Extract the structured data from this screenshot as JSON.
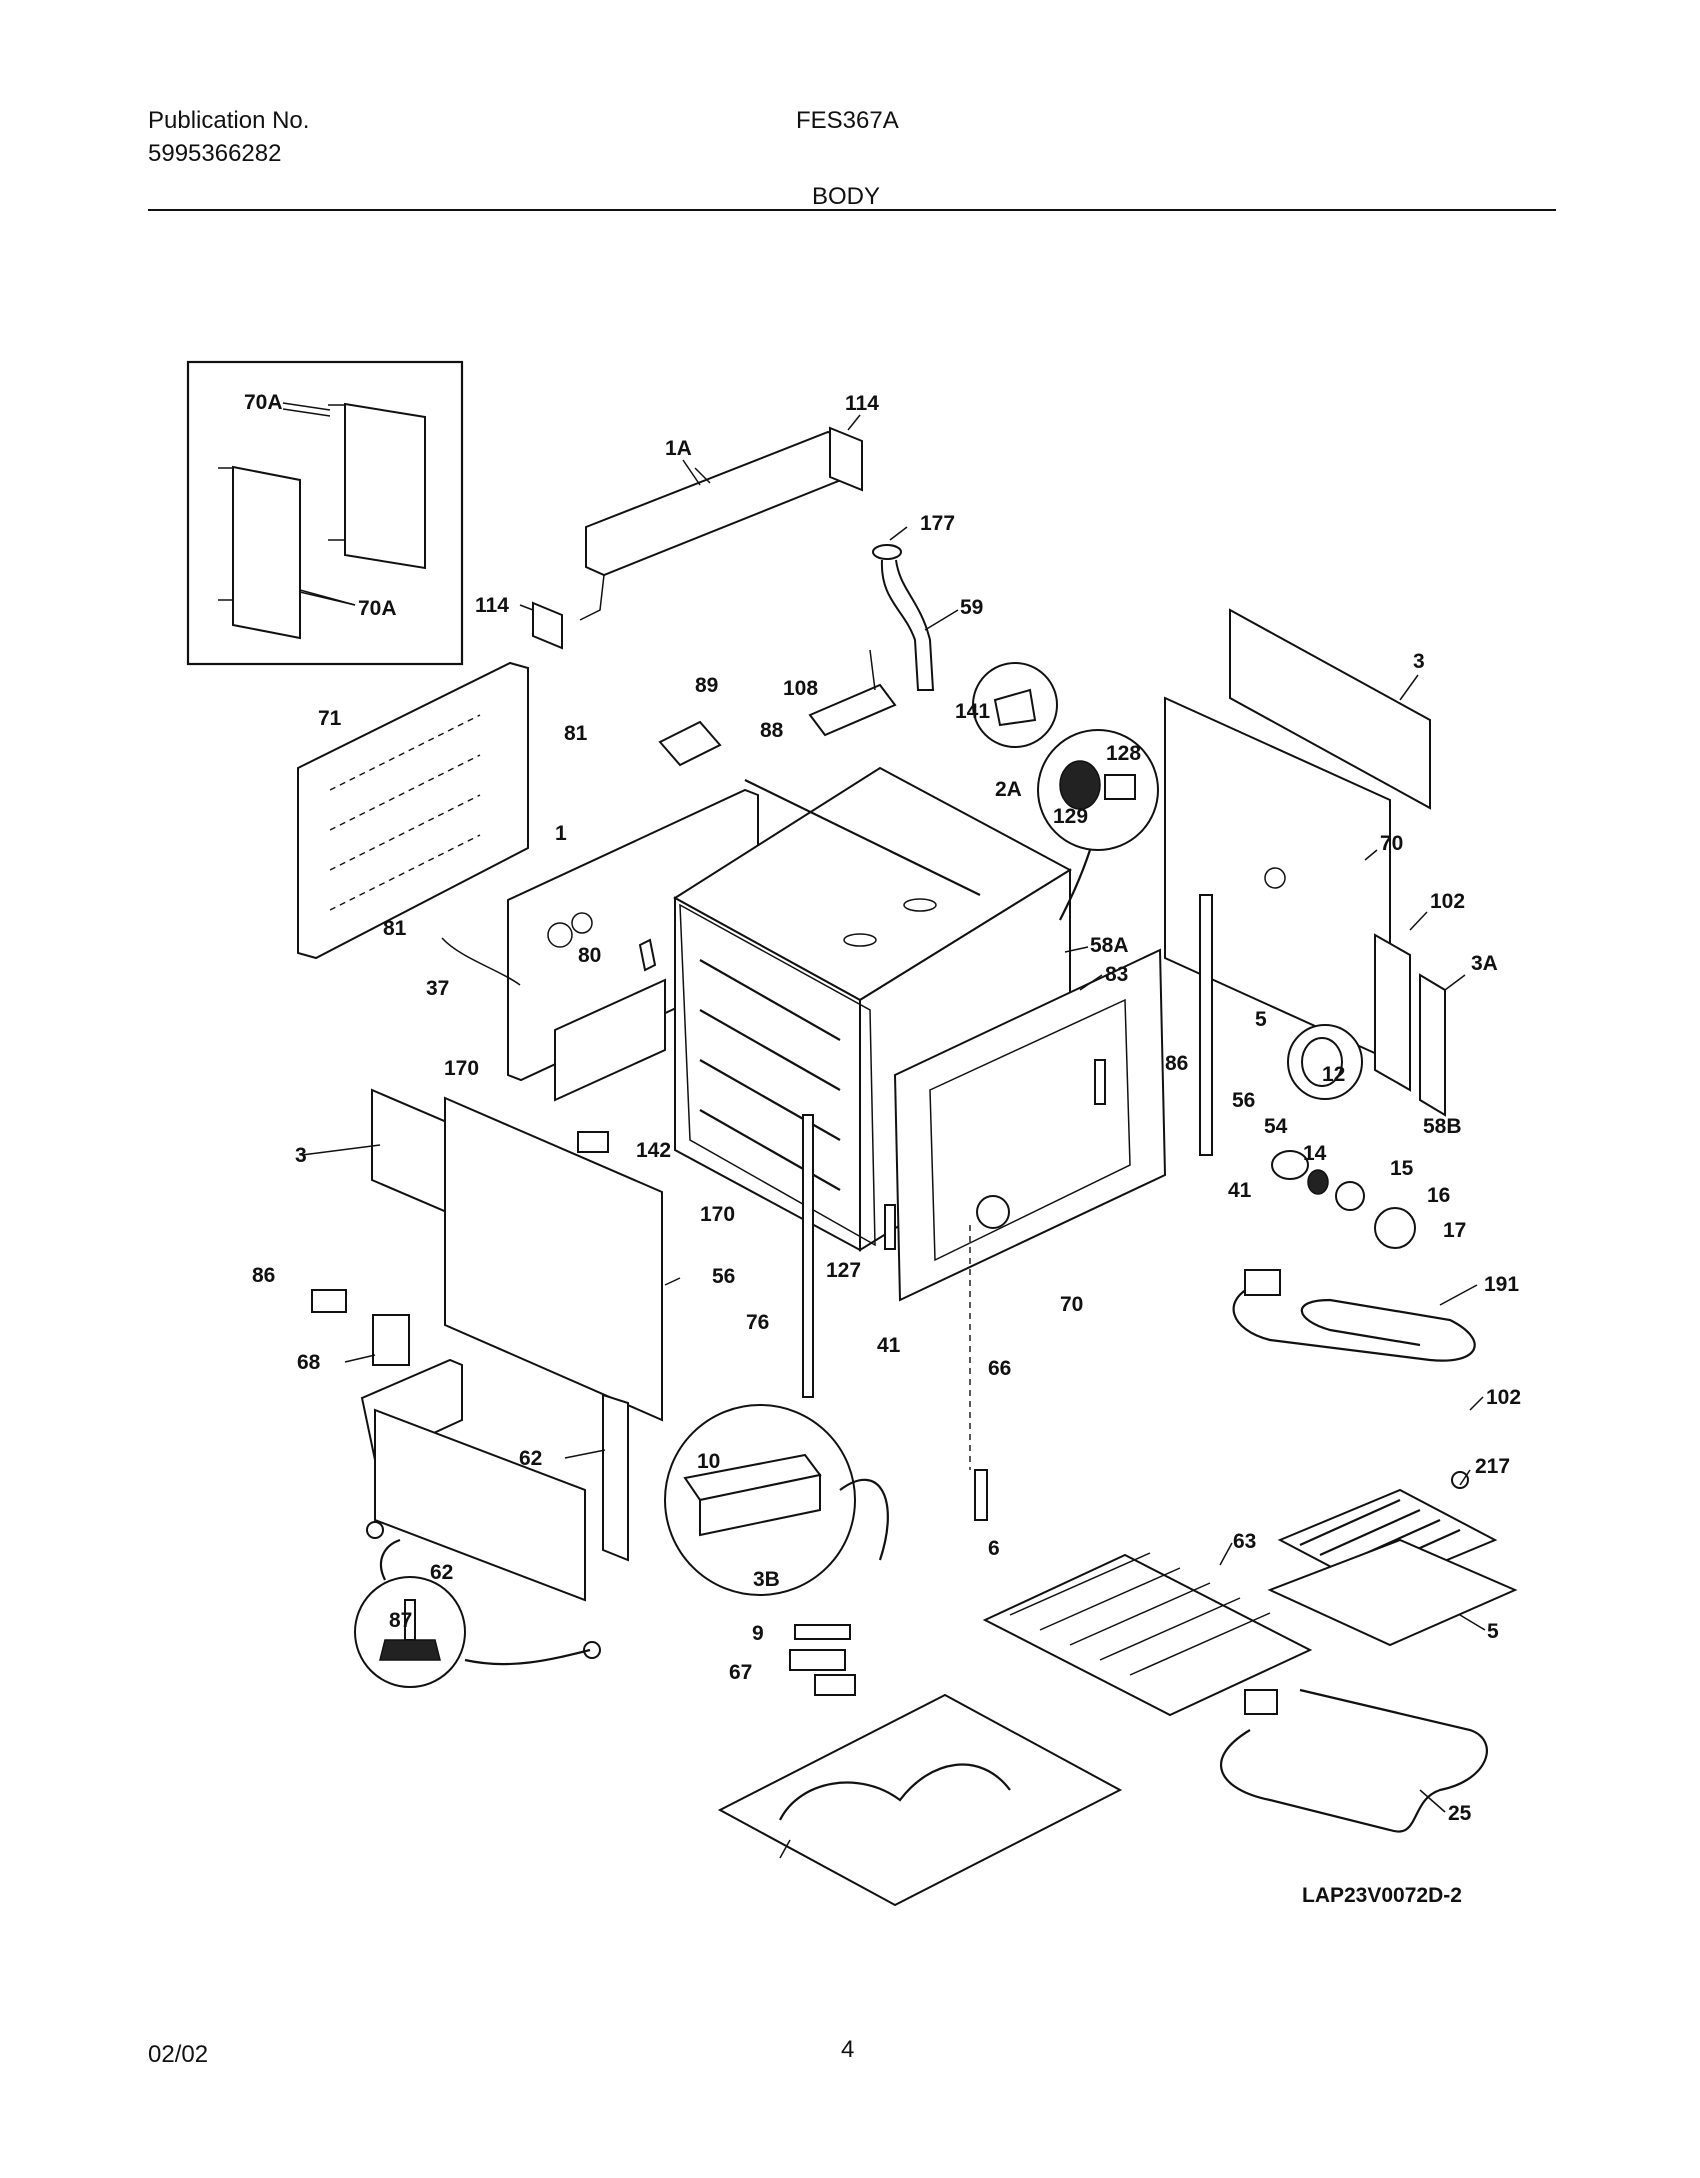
{
  "header": {
    "publication_label": "Publication No.",
    "publication_number": "5995366282",
    "model": "FES367A",
    "section": "BODY"
  },
  "diagram_code": "LAP23V0072D-2",
  "footer": {
    "date": "02/02",
    "page": "4"
  },
  "callouts": [
    "70A",
    "70A",
    "114",
    "1A",
    "114",
    "177",
    "59",
    "71",
    "81",
    "89",
    "108",
    "88",
    "141",
    "128",
    "3",
    "1",
    "2A",
    "129",
    "70",
    "81",
    "80",
    "58A",
    "102",
    "3A",
    "37",
    "83",
    "5",
    "170",
    "86",
    "12",
    "56",
    "142",
    "3",
    "58B",
    "54",
    "14",
    "15",
    "16",
    "41",
    "17",
    "170",
    "86",
    "127",
    "70",
    "56",
    "76",
    "41",
    "66",
    "191",
    "68",
    "102",
    "62",
    "10",
    "217",
    "6",
    "63",
    "3B",
    "62",
    "9",
    "5",
    "87",
    "67",
    "25"
  ]
}
